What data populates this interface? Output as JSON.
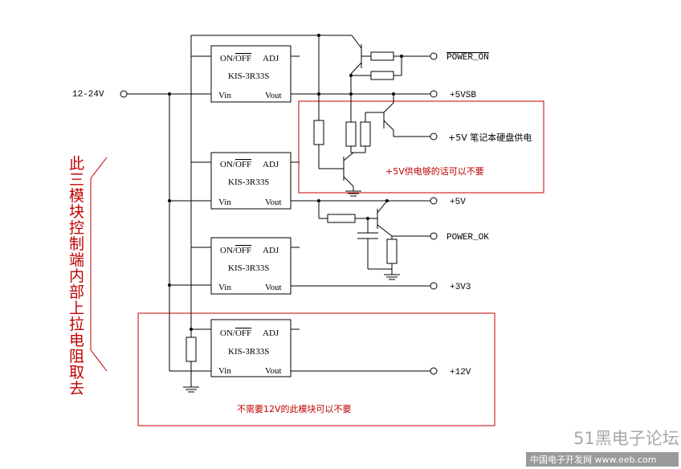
{
  "modules": [
    {
      "id": "m1",
      "pin_onoff_prefix": "ON/",
      "pin_onoff_bar": "OFF",
      "pin_adj": "ADJ",
      "part": "KIS-3R33S",
      "pin_vin": "Vin",
      "pin_vout": "Vout"
    },
    {
      "id": "m2",
      "pin_onoff_prefix": "ON/",
      "pin_onoff_bar": "OFF",
      "pin_adj": "ADJ",
      "part": "KIS-3R33S",
      "pin_vin": "Vin",
      "pin_vout": "Vout"
    },
    {
      "id": "m3",
      "pin_onoff_prefix": "ON/",
      "pin_onoff_bar": "OFF",
      "pin_adj": "ADJ",
      "part": "KIS-3R33S",
      "pin_vin": "Vin",
      "pin_vout": "Vout"
    },
    {
      "id": "m4",
      "pin_onoff_prefix": "ON/",
      "pin_onoff_bar": "OFF",
      "pin_adj": "ADJ",
      "part": "KIS-3R33S",
      "pin_vin": "Vin",
      "pin_vout": "Vout"
    }
  ],
  "nets": {
    "input": "12-24V",
    "power_on": "POWER_ON",
    "v5vsb": "+5VSB",
    "v5_notebook": "+5V 笔记本硬盘供电",
    "v5": "+5V",
    "power_ok": "POWER_OK",
    "v3v3": "+3V3",
    "v12": "+12V"
  },
  "notes": {
    "five_v_optional": "+5V供电够的话可以不要",
    "twelve_v_optional": "不需要12V的此模块可以不要",
    "pullup_removed": "此三模块控制端内部上拉电阻取去"
  },
  "watermark": {
    "forum": "51黑电子论坛",
    "site": "中国电子开发网 www.eeb.com"
  },
  "colors": {
    "wire": "#000000",
    "annotation": "#c00000",
    "watermark": "#a8a8a8"
  }
}
